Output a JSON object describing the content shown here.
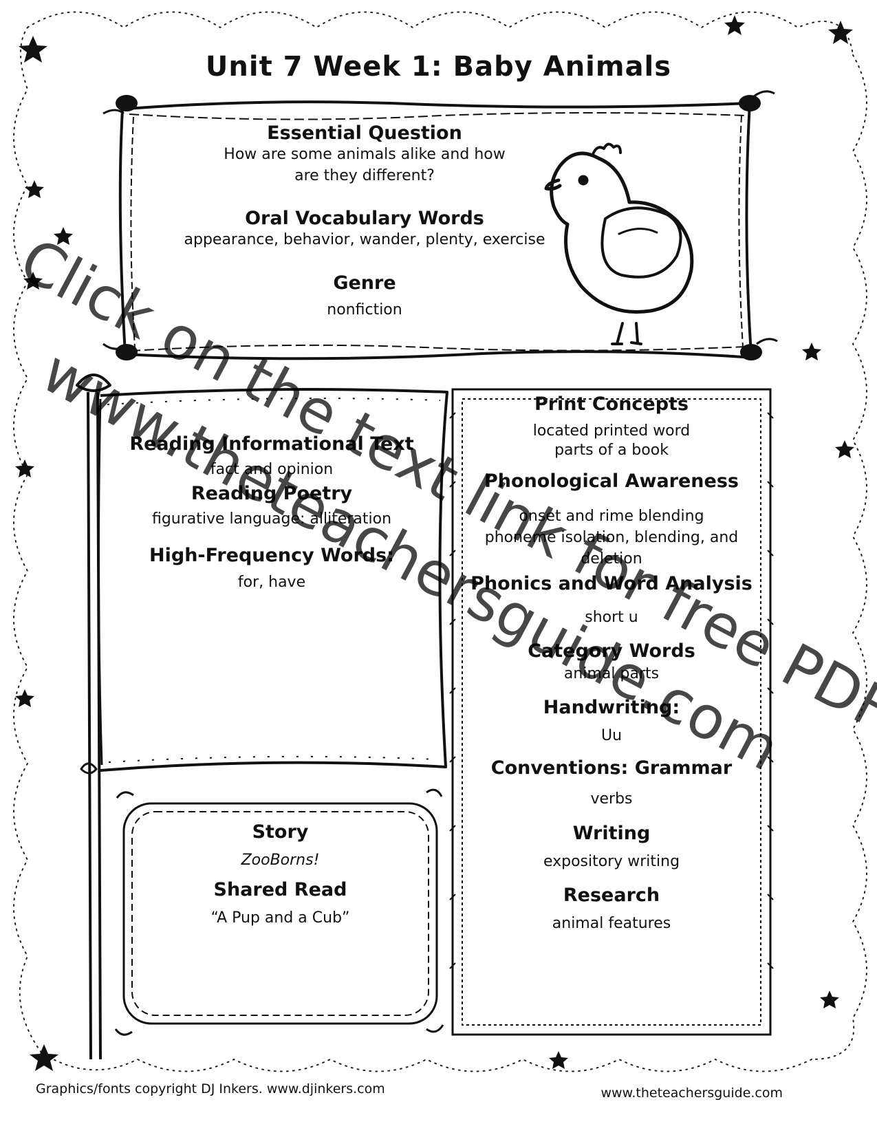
{
  "title": "Unit 7 Week 1: Baby Animals",
  "essential": {
    "heading": "Essential Question",
    "line1": "How are some animals alike and how",
    "line2": "are they different?"
  },
  "oral_vocab": {
    "heading": "Oral Vocabulary Words",
    "text": "appearance, behavior, wander, plenty, exercise"
  },
  "genre": {
    "heading": "Genre",
    "text": "nonfiction"
  },
  "left_panel": {
    "reading_info_heading": "Reading Informational Text",
    "reading_info_text": "fact and opinion",
    "reading_poetry_heading": "Reading Poetry",
    "reading_poetry_text": "figurative language: alliteration",
    "hfw_heading": "High-Frequency Words:",
    "hfw_text": "for, have"
  },
  "story_panel": {
    "story_heading": "Story",
    "story_text": "ZooBorns!",
    "shared_heading": "Shared Read",
    "shared_text": "“A Pup and a Cub”"
  },
  "right_panel": {
    "print_heading": "Print Concepts",
    "print_line1": "located printed word",
    "print_line2": "parts of a book",
    "phono_heading": "Phonological Awareness",
    "phono_line1": "onset and rime blending",
    "phono_line2": "phoneme isolation, blending, and",
    "phono_line3": "deletion",
    "phonics_heading": "Phonics and Word Analysis",
    "phonics_text": "short u",
    "category_heading": "Category Words",
    "category_text": "animal parts",
    "handwriting_heading": "Handwriting:",
    "handwriting_text": "Uu",
    "conventions_heading": "Conventions: Grammar",
    "conventions_text": "verbs",
    "writing_heading": "Writing",
    "writing_text": "expository writing",
    "research_heading": "Research",
    "research_text": "animal features"
  },
  "watermark": {
    "line1": "Click on the text link for free PDF",
    "line2": "www.theteachersguide.com"
  },
  "footer": {
    "left": "Graphics/fonts copyright DJ Inkers. www.djinkers.com",
    "right": "www.theteachersguide.com"
  },
  "colors": {
    "ink": "#111111",
    "background": "#ffffff"
  },
  "icons": [
    "chick-icon",
    "star-icon",
    "flag-pole",
    "scalloped-frame",
    "vine-frame"
  ]
}
